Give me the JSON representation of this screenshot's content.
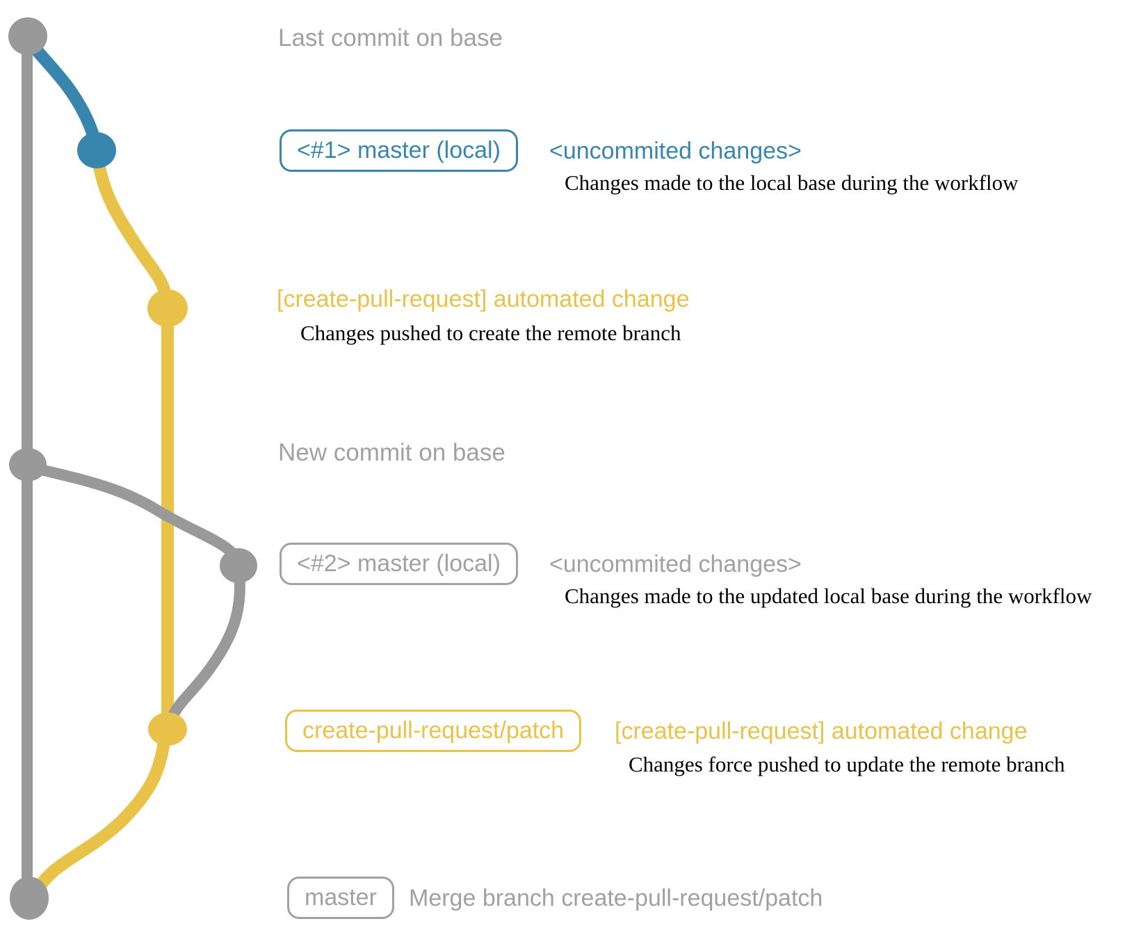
{
  "colors": {
    "graph_gray": "#999999",
    "label_gray": "#a1a1a1",
    "blue": "#3886ad",
    "yellow": "#e9c24a",
    "description": "#000000"
  },
  "rows": [
    {
      "title": "Last commit on base"
    },
    {
      "badge": "<#1> master (local)",
      "note": "<uncommited changes>",
      "description": "Changes made to the local base during the workflow"
    },
    {
      "note": "[create-pull-request] automated change",
      "description": "Changes pushed to create the remote branch"
    },
    {
      "title": "New commit on base"
    },
    {
      "badge": "<#2> master (local)",
      "note": "<uncommited changes>",
      "description": "Changes made to the updated local base during the workflow"
    },
    {
      "badge": "create-pull-request/patch",
      "note": "[create-pull-request] automated change",
      "description": "Changes force pushed to update the remote branch"
    },
    {
      "badge": "master",
      "note": "Merge branch create-pull-request/patch"
    }
  ]
}
